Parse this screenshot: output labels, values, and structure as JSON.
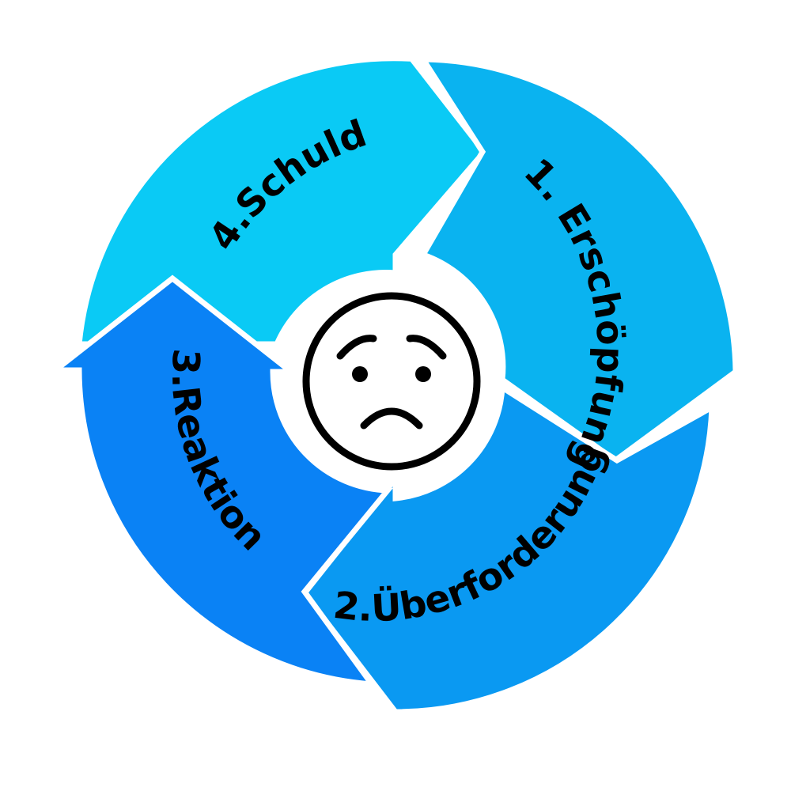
{
  "cycle": {
    "steps": [
      {
        "label": "1. Erschöpfung",
        "color": "#0ab3f0"
      },
      {
        "label": "2.Überforderung",
        "color": "#0a99f2"
      },
      {
        "label": "3.Reaktion",
        "color": "#0a82f5"
      },
      {
        "label": "4.Schuld",
        "color": "#0acaf5"
      }
    ],
    "center_icon": "sad-face-icon"
  }
}
